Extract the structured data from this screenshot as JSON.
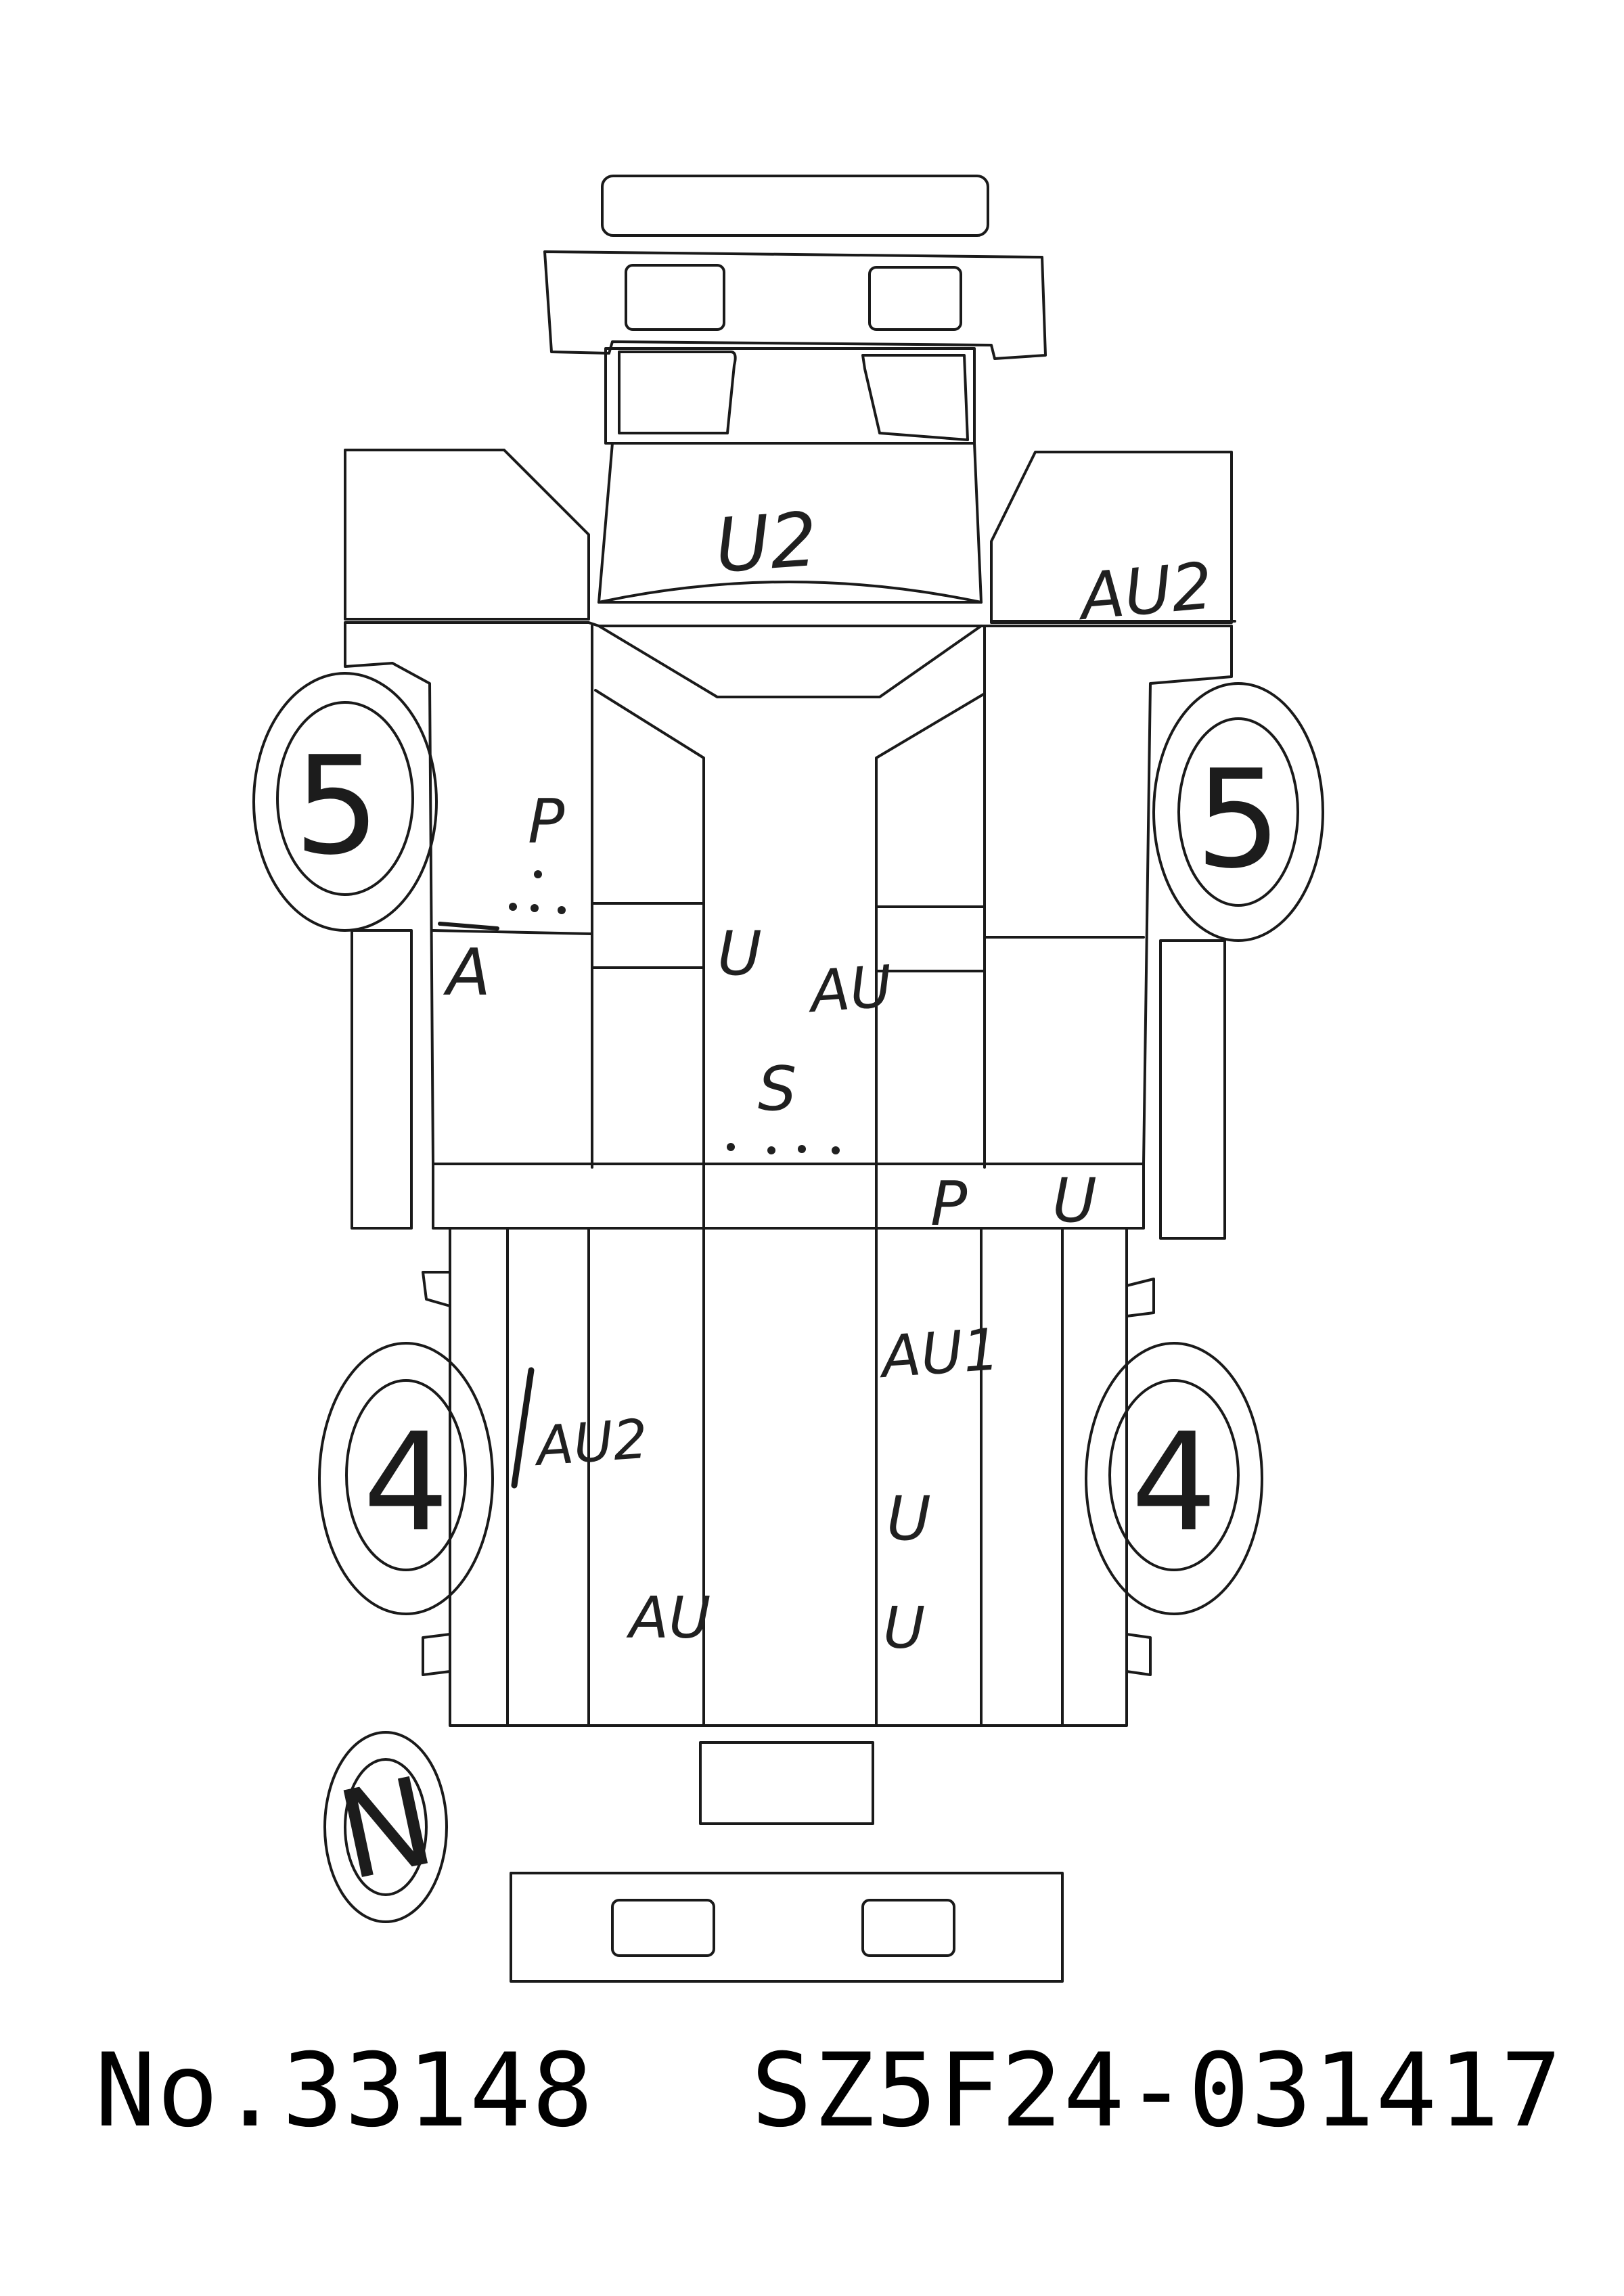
{
  "tires": {
    "front_left": "5",
    "front_right": "5",
    "rear_left": "4",
    "rear_right": "4"
  },
  "marks": {
    "hood": "U2",
    "front_right_fender": "AU2",
    "front_left_door_p": "P",
    "front_left_door_a": "A",
    "roof_u": "U",
    "roof_au": "AU",
    "roof_s": "S",
    "rear_right_door_p": "P",
    "rear_right_door_u": "U",
    "bed_au1": "AU1",
    "bed_left_au2": "AU2",
    "bed_u_upper": "U",
    "bed_au": "AU",
    "bed_u_lower": "U"
  },
  "spare_tire": "N",
  "footer": {
    "number": "No.33148",
    "serial": "SZ5F24-031417"
  }
}
